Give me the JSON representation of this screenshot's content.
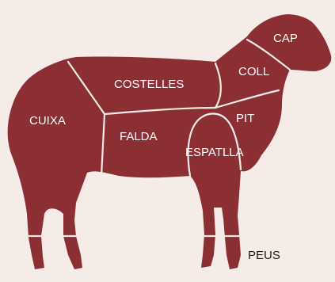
{
  "colors": {
    "background": "#f5ebe7",
    "meat": "#8b2f35",
    "cut_lines": "#f5ebe7",
    "label_on_meat": "#ffffff",
    "label_outside": "#1a1a1a"
  },
  "cuts": {
    "cap": "CAP",
    "coll": "COLL",
    "costelles": "COSTELLES",
    "pit": "PIT",
    "cuixa": "CUIXA",
    "falda": "FALDA",
    "espatlla": "ESPATLLA",
    "peus": "PEUS"
  }
}
